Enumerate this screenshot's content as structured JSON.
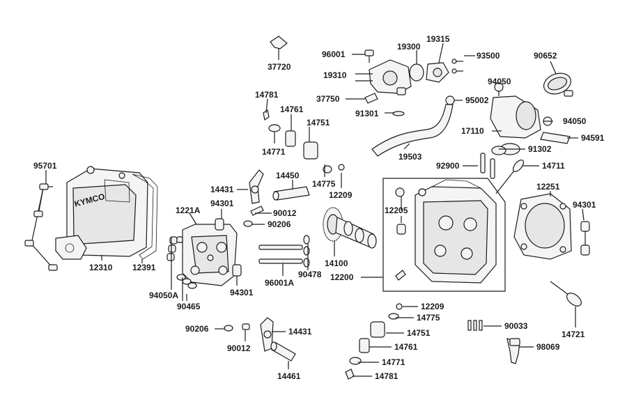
{
  "diagram": {
    "logo_text": "KYMCO",
    "labels": {
      "p37720": "37720",
      "p96001": "96001",
      "p19300": "19300",
      "p19315": "19315",
      "p93500": "93500",
      "p90652": "90652",
      "p19310": "19310",
      "p94050_top": "94050",
      "p37750": "37750",
      "p95002": "95002",
      "p14781_top": "14781",
      "p91301": "91301",
      "p14761_top": "14761",
      "p17110": "17110",
      "p94050_right": "94050",
      "p14751_top": "14751",
      "p94591": "94591",
      "p14771_top": "14771",
      "p19503": "19503",
      "p91302": "91302",
      "p95701": "95701",
      "p92900": "92900",
      "p14711": "14711",
      "p14450": "14450",
      "p14775_top": "14775",
      "p14431_top": "14431",
      "p12209_top": "12209",
      "p12251": "12251",
      "p94301_top": "94301",
      "p1221A": "1221A",
      "p90012_top": "90012",
      "p90206_top": "90206",
      "p12205": "12205",
      "p94301_right": "94301",
      "p12310": "12310",
      "p12391": "12391",
      "p96001A": "96001A",
      "p90478": "90478",
      "p14100": "14100",
      "p12200": "12200",
      "p94050A": "94050A",
      "p94301_mid": "94301",
      "p90465": "90465",
      "p12209_bot": "12209",
      "p14775_bot": "14775",
      "p14721": "14721",
      "p90206_bot": "90206",
      "p14431_bot": "14431",
      "p14751_bot": "14751",
      "p90033": "90033",
      "p90012_bot": "90012",
      "p14761_bot": "14761",
      "p98069": "98069",
      "p14771_bot": "14771",
      "p14461": "14461",
      "p14781_bot": "14781"
    }
  }
}
